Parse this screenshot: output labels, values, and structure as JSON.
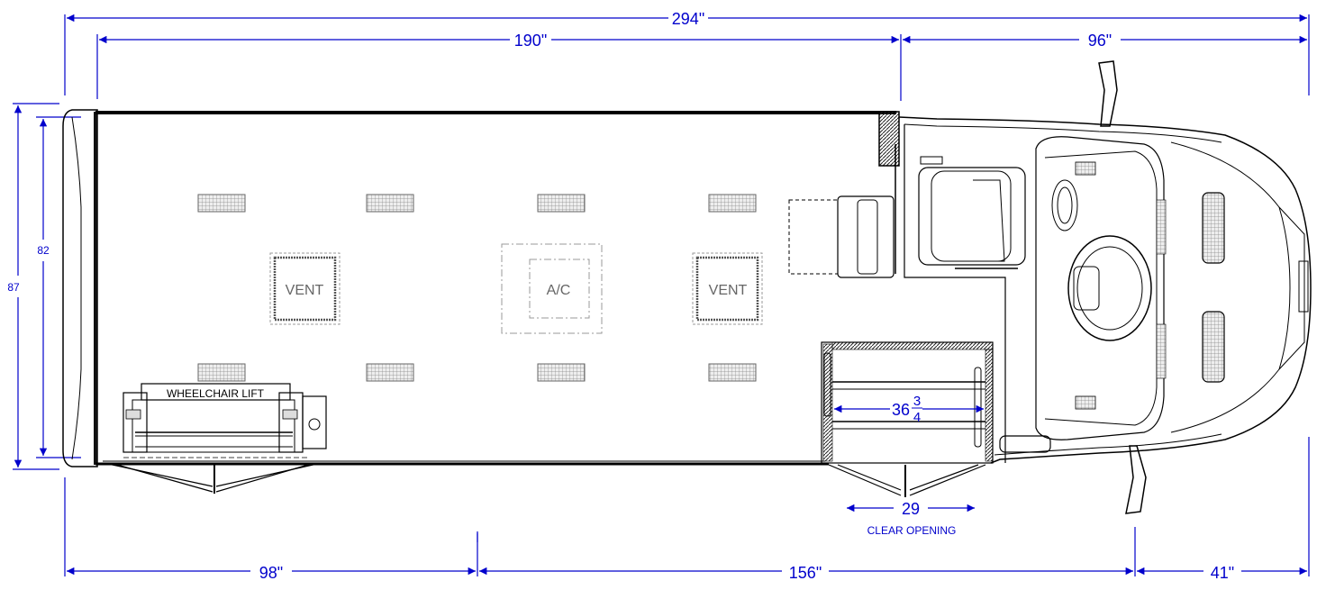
{
  "dimensions": {
    "overall_length": "294\"",
    "body_length": "190\"",
    "cab_length": "96\"",
    "rear_to_axle": "98\"",
    "wheelbase": "156\"",
    "front_overhang": "41\"",
    "interior_width": "82",
    "exterior_width": "87",
    "door_clear_width": "29",
    "door_clear_label": "CLEAR OPENING",
    "step_width_whole": "36",
    "step_width_num": "3",
    "step_width_den": "4"
  },
  "labels": {
    "vent_left": "VENT",
    "ac": "A/C",
    "vent_right": "VENT",
    "wheelchair_lift": "WHEELCHAIR LIFT"
  },
  "colors": {
    "dimension": "#0000cc",
    "outline": "#000000",
    "fixture": "#777777"
  }
}
